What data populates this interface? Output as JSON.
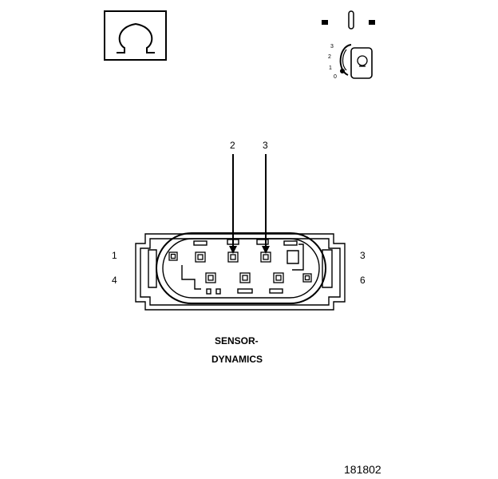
{
  "symbol": {
    "name": "ohm",
    "glyph": "Ω"
  },
  "ignition": {
    "left_mark": "",
    "right_mark": "",
    "positions": [
      "3",
      "2",
      "1",
      "0"
    ]
  },
  "probes": [
    "2",
    "3"
  ],
  "pins": {
    "left_top": "1",
    "left_bottom": "4",
    "right_top": "3",
    "right_bottom": "6"
  },
  "caption": {
    "line1": "SENSOR-",
    "line2": "DYNAMICS"
  },
  "figure_number": "181802"
}
